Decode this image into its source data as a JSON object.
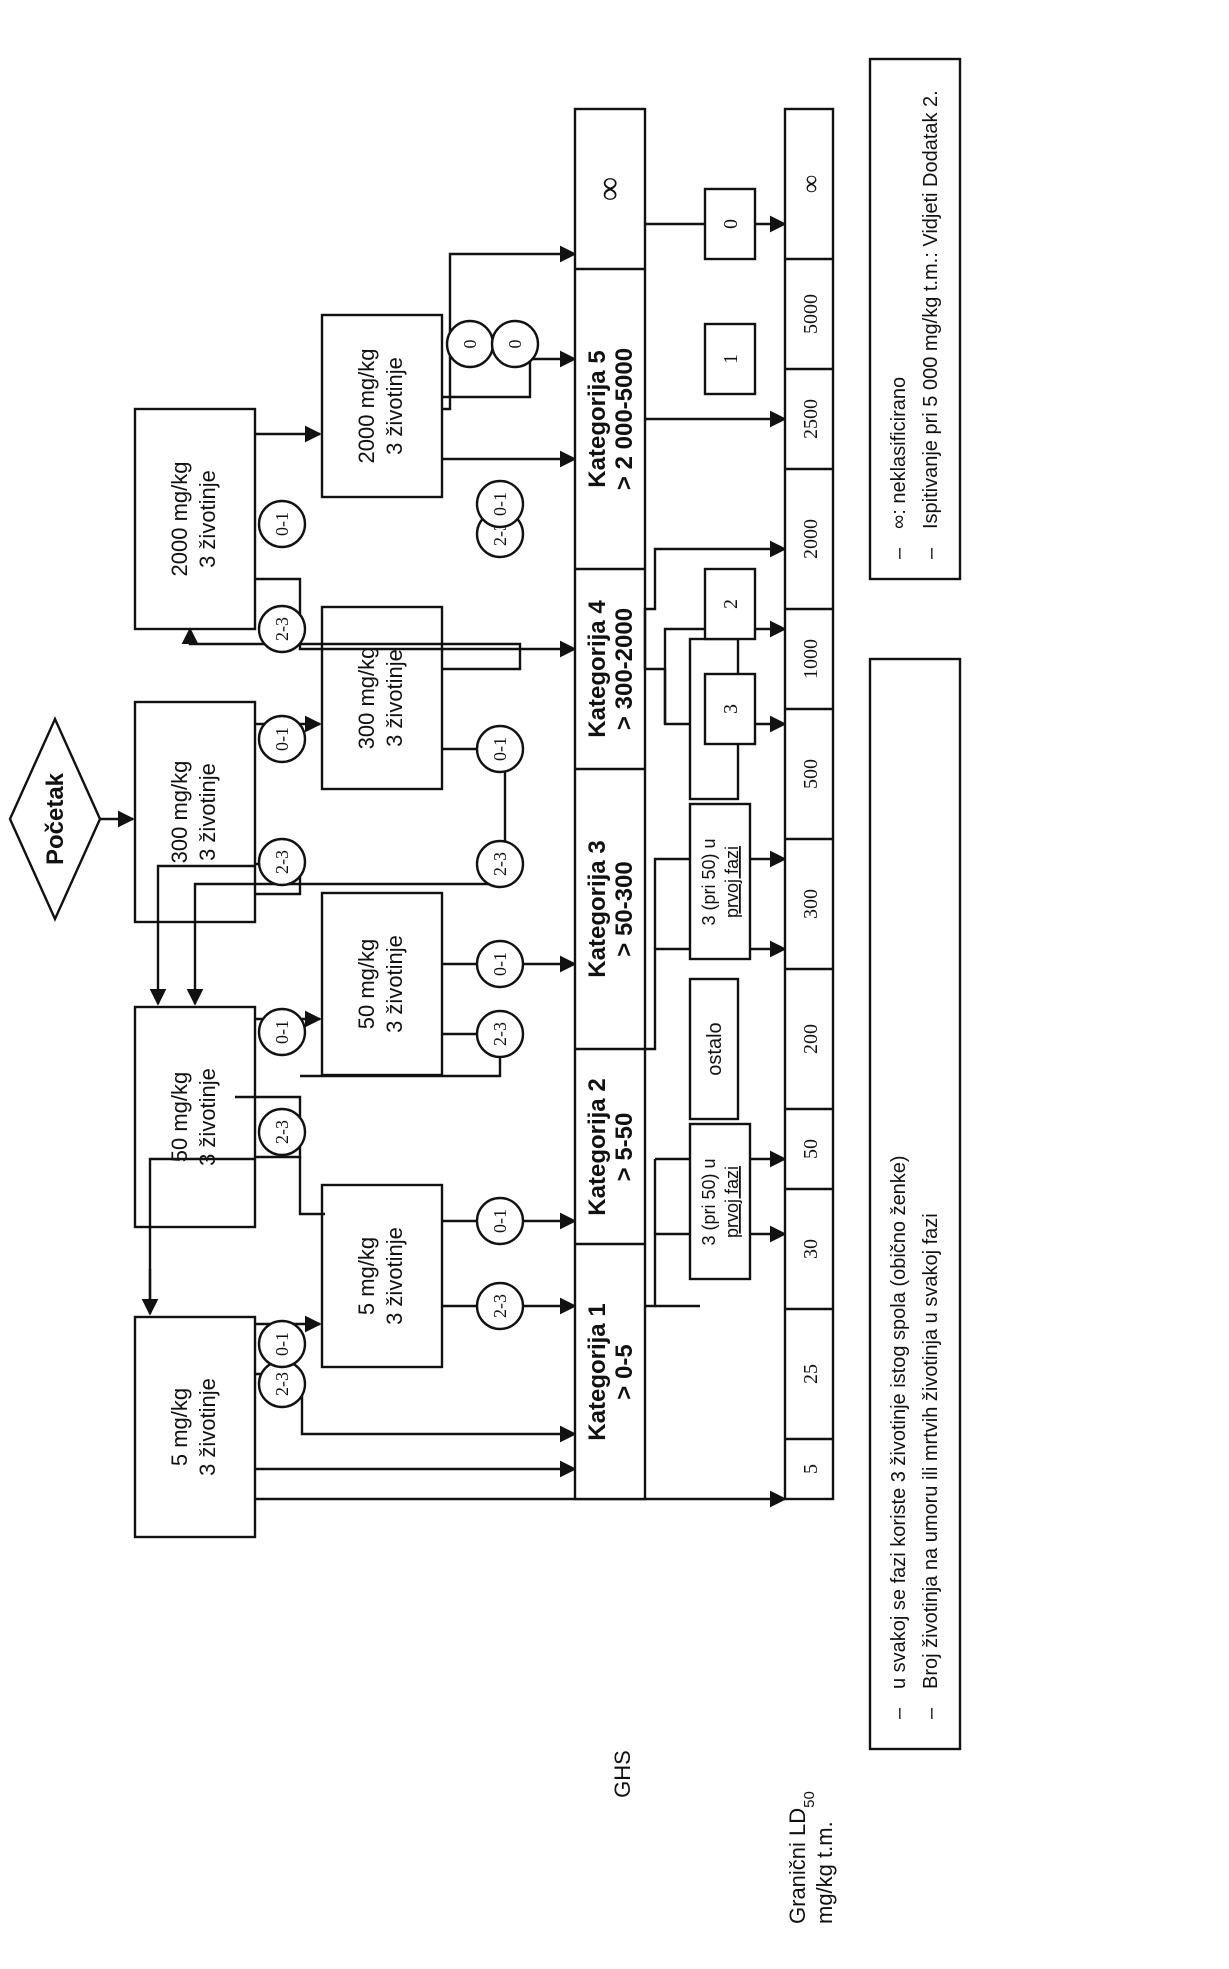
{
  "start_label": "Početak",
  "dose_boxes": {
    "d5a": [
      "5 mg/kg",
      "3 životinje"
    ],
    "d5b": [
      "5 mg/kg",
      "3 životinje"
    ],
    "d50a": [
      "50 mg/kg",
      "3 životinje"
    ],
    "d50b": [
      "50 mg/kg",
      "3 životinje"
    ],
    "d300a": [
      "300 mg/kg",
      "3 životinje"
    ],
    "d300b": [
      "300 mg/kg",
      "3 životinje"
    ],
    "d2000a": [
      "2000 mg/kg",
      "3 životinje"
    ],
    "d2000b": [
      "2000 mg/kg",
      "3 životinje"
    ]
  },
  "outcomes": {
    "low": "0-1",
    "high": "2-3",
    "zero": "0"
  },
  "row_labels": {
    "ghs": "GHS",
    "cutoff_line1": "Granični LD",
    "cutoff_sub": "50",
    "cutoff_line2": "mg/kg t.m."
  },
  "categories": [
    {
      "name": "Kategorija 1",
      "range": "> 0-5"
    },
    {
      "name": "Kategorija 2",
      "range": "> 5-50"
    },
    {
      "name": "Kategorija 3",
      "range": "> 50-300"
    },
    {
      "name": "Kategorija 4",
      "range": "> 300-2000"
    },
    {
      "name": "Kategorija 5",
      "range": "> 2 000-5000"
    },
    {
      "name": "",
      "range": "∞"
    }
  ],
  "small_boxes": {
    "first_phase": [
      "3 (pri 50) u",
      "prvoj fazi"
    ],
    "other": "ostalo",
    "n3": "3",
    "n2": "2",
    "n1": "1",
    "n0": "0"
  },
  "cutoff_values": [
    "5",
    "25",
    "30",
    "50",
    "200",
    "300",
    "500",
    "1000",
    "2000",
    "2500",
    "5000",
    "∞"
  ],
  "notes_left": [
    "u svakoj se fazi koriste 3 životinje istog spola (obično ženke)",
    "Broj životinja na umoru ili mrtvih životinja u svakoj fazi"
  ],
  "notes_right": [
    "∞: neklasificirano",
    "Ispitivanje pri 5 000 mg/kg t.m.: Vidjeti Dodatak 2."
  ],
  "dash": "–"
}
